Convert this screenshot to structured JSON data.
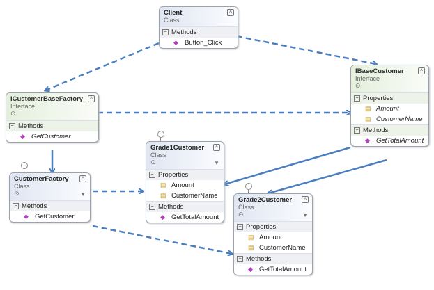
{
  "colors": {
    "connector": "#4a7ebf"
  },
  "boxes": [
    {
      "id": "client",
      "title": "Client",
      "kind": "Class",
      "type": "cls",
      "sections": [
        {
          "label": "Methods",
          "items": [
            {
              "name": "Button_Click",
              "icon": "method-icon"
            }
          ]
        }
      ]
    },
    {
      "id": "icustomerbasefactory",
      "title": "ICustomerBaseFactory",
      "kind": "Interface",
      "type": "intf",
      "sections": [
        {
          "label": "Methods",
          "items": [
            {
              "name": "GetCustomer",
              "icon": "method-icon"
            }
          ]
        }
      ]
    },
    {
      "id": "ibasecustomer",
      "title": "IBaseCustomer",
      "kind": "Interface",
      "type": "intf",
      "sections": [
        {
          "label": "Properties",
          "items": [
            {
              "name": "Amount",
              "icon": "property-icon"
            },
            {
              "name": "CustomerName",
              "icon": "property-icon"
            }
          ]
        },
        {
          "label": "Methods",
          "items": [
            {
              "name": "GetTotalAmount",
              "icon": "method-icon"
            }
          ]
        }
      ]
    },
    {
      "id": "grade1customer",
      "title": "Grade1Customer",
      "kind": "Class",
      "type": "cls",
      "sections": [
        {
          "label": "Properties",
          "items": [
            {
              "name": "Amount",
              "icon": "property-icon"
            },
            {
              "name": "CustomerName",
              "icon": "property-icon"
            }
          ]
        },
        {
          "label": "Methods",
          "items": [
            {
              "name": "GetTotalAmount",
              "icon": "method-icon"
            }
          ]
        }
      ]
    },
    {
      "id": "customerfactory",
      "title": "CustomerFactory",
      "kind": "Class",
      "type": "cls",
      "sections": [
        {
          "label": "Methods",
          "items": [
            {
              "name": "GetCustomer",
              "icon": "method-icon"
            }
          ]
        }
      ]
    },
    {
      "id": "grade2customer",
      "title": "Grade2Customer",
      "kind": "Class",
      "type": "cls",
      "sections": [
        {
          "label": "Properties",
          "items": [
            {
              "name": "Amount",
              "icon": "property-icon"
            },
            {
              "name": "CustomerName",
              "icon": "property-icon"
            }
          ]
        },
        {
          "label": "Methods",
          "items": [
            {
              "name": "GetTotalAmount",
              "icon": "method-icon"
            }
          ]
        }
      ]
    }
  ],
  "connectors": [
    {
      "from": "client",
      "to": "icustomerbasefactory",
      "style": "dashed"
    },
    {
      "from": "client",
      "to": "ibasecustomer",
      "style": "dashed"
    },
    {
      "from": "icustomerbasefactory",
      "to": "ibasecustomer",
      "style": "dashed"
    },
    {
      "from": "icustomerbasefactory",
      "to": "customerfactory",
      "style": "solid"
    },
    {
      "from": "customerfactory",
      "to": "grade1customer",
      "style": "dashed"
    },
    {
      "from": "customerfactory",
      "to": "grade2customer",
      "style": "dashed"
    },
    {
      "from": "ibasecustomer",
      "to": "grade1customer",
      "style": "solid"
    },
    {
      "from": "ibasecustomer",
      "to": "grade2customer",
      "style": "solid"
    }
  ]
}
